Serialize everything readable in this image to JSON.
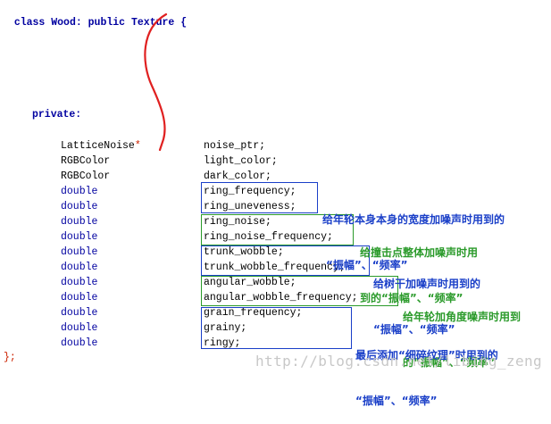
{
  "code": {
    "header": {
      "kw_class": "class",
      "name": "Wood:",
      "kw_public": "public",
      "base": "Texture",
      "brace": "{"
    },
    "private_label": "private:",
    "members": [
      {
        "type": "LatticeNoise",
        "ptr": "*",
        "name": "noise_ptr;",
        "is_keyword": false
      },
      {
        "type": "RGBColor",
        "ptr": "",
        "name": "light_color;",
        "is_keyword": false
      },
      {
        "type": "RGBColor",
        "ptr": "",
        "name": "dark_color;",
        "is_keyword": false
      },
      {
        "type": "double",
        "ptr": "",
        "name": "ring_frequency;",
        "is_keyword": true
      },
      {
        "type": "double",
        "ptr": "",
        "name": "ring_uneveness;",
        "is_keyword": true
      },
      {
        "type": "double",
        "ptr": "",
        "name": "ring_noise;",
        "is_keyword": true
      },
      {
        "type": "double",
        "ptr": "",
        "name": "ring_noise_frequency;",
        "is_keyword": true
      },
      {
        "type": "double",
        "ptr": "",
        "name": "trunk_wobble;",
        "is_keyword": true
      },
      {
        "type": "double",
        "ptr": "",
        "name": "trunk_wobble_frequency;",
        "is_keyword": true
      },
      {
        "type": "double",
        "ptr": "",
        "name": "angular_wobble;",
        "is_keyword": true
      },
      {
        "type": "double",
        "ptr": "",
        "name": "angular_wobble_frequency;",
        "is_keyword": true
      },
      {
        "type": "double",
        "ptr": "",
        "name": "grain_frequency;",
        "is_keyword": true
      },
      {
        "type": "double",
        "ptr": "",
        "name": "grainy;",
        "is_keyword": true
      },
      {
        "type": "double",
        "ptr": "",
        "name": "ringy;",
        "is_keyword": true
      }
    ],
    "closing": "};"
  },
  "annotations": [
    {
      "line1": "给年轮本身本身的宽度加噪声时用到的",
      "line2": "“振幅”、“频率”",
      "color": "#1a3fc8"
    },
    {
      "line1": "给撞击点整体加噪声时用",
      "line2": "到的“振幅”、“频率”",
      "color": "#2a9a2a"
    },
    {
      "line1": "给树干加噪声时用到的",
      "line2": "“振幅”、“频率”",
      "color": "#1a3fc8"
    },
    {
      "line1": "给年轮加角度噪声时用到",
      "line2": "的“振幅”、“频率”",
      "color": "#2a9a2a"
    },
    {
      "line1": "最后添加“细碎纹理”时用到的",
      "line2": "“振幅”、“频率”",
      "color": "#1a3fc8"
    }
  ],
  "colors": {
    "keyword": "#0000a0",
    "pointer": "#cc2200",
    "arrow": "#e02020",
    "box_blue": "#1a3fc8",
    "box_green": "#2a9a2a"
  },
  "watermark": "http://blog.csdn.net/libing_zeng"
}
